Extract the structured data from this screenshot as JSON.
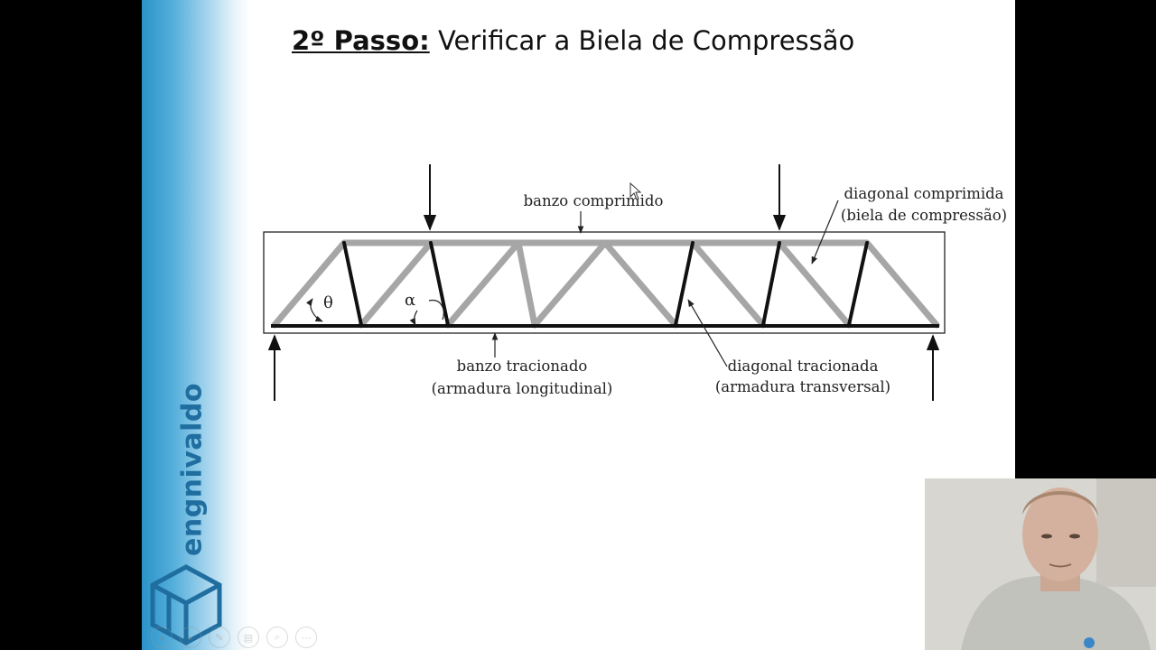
{
  "slide": {
    "title_step": "2º Passo:",
    "title_text": "Verificar a Biela de Compressão",
    "brand": "engnivaldo"
  },
  "diagram": {
    "labels": {
      "banzo_comprimido": "banzo comprimido",
      "diagonal_comprimida_1": "diagonal comprimida",
      "diagonal_comprimida_2": "(biela de compressão)",
      "banzo_tracionado_1": "banzo tracionado",
      "banzo_tracionado_2": "(armadura longitudinal)",
      "diagonal_tracionada_1": "diagonal tracionada",
      "diagonal_tracionada_2": "(armadura transversal)",
      "theta": "θ",
      "alpha": "α"
    }
  },
  "toolbar": {
    "icons": [
      "back-icon",
      "forward-icon",
      "pen-icon",
      "slides-icon",
      "zoom-icon",
      "more-icon"
    ]
  },
  "colors": {
    "brand_blue": "#1f6e9f",
    "strut_gray": "#a6a6a6",
    "tie_black": "#111111"
  }
}
